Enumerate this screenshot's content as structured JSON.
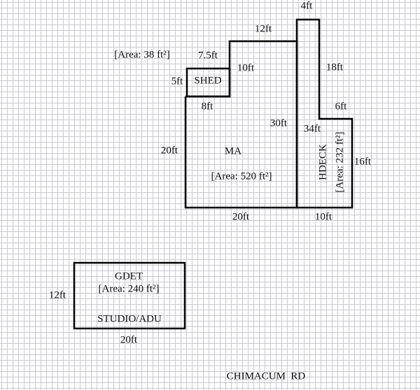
{
  "shed": {
    "name": "SHED",
    "area": "[Area: 38 ft²]",
    "dims": [
      "7.5ft",
      "5ft",
      "8ft",
      "10ft"
    ]
  },
  "main": {
    "name": "MA",
    "area": "[Area: 520 ft²]",
    "dims": [
      "12ft",
      "20ft",
      "20ft",
      "30ft"
    ]
  },
  "hdeck": {
    "name": "HDECK",
    "area": "[Area: 232 ft²]",
    "dims": [
      "4ft",
      "18ft",
      "6ft",
      "34ft",
      "16ft",
      "10ft"
    ]
  },
  "gdet": {
    "name": "GDET",
    "area": "[Area: 240 ft²]",
    "use": "STUDIO/ADU",
    "dims": [
      "12ft",
      "20ft"
    ]
  },
  "road": "CHIMACUM  RD"
}
